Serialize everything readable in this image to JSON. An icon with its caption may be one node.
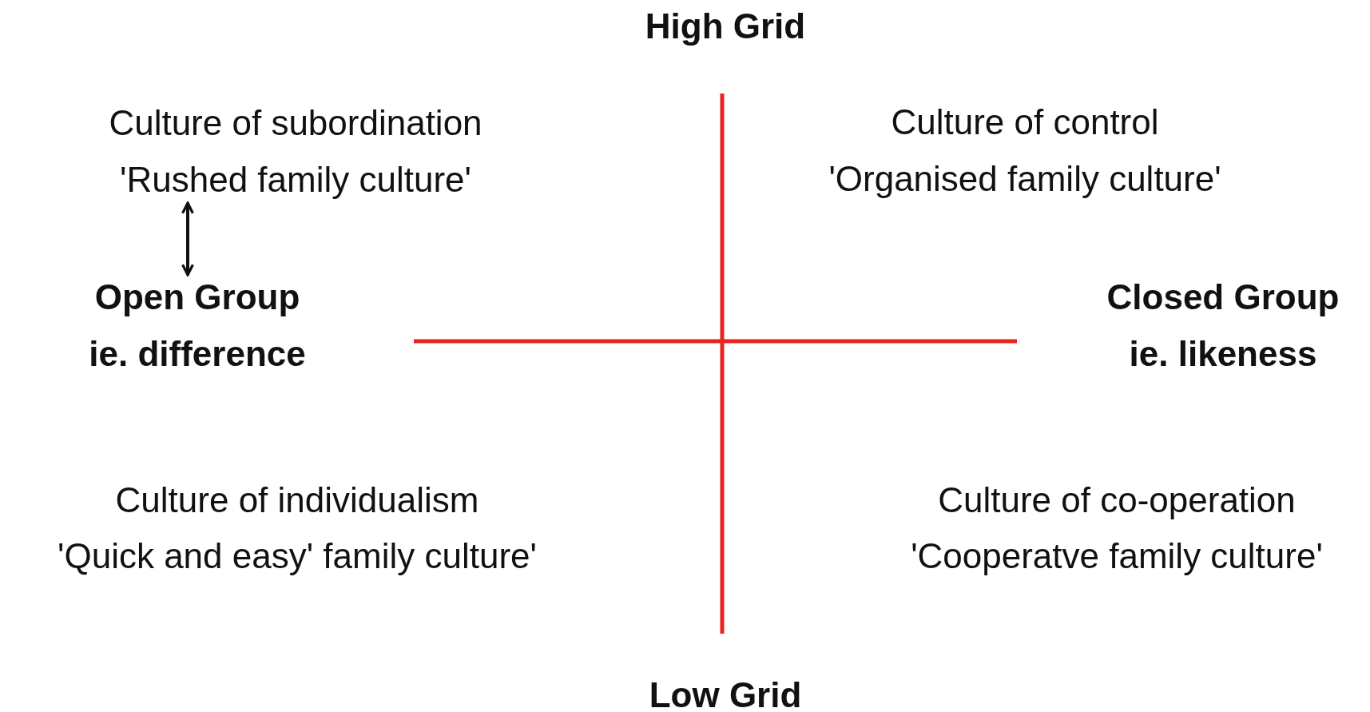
{
  "diagram": {
    "title": "High Grid",
    "nodes": [
      {
        "text": [
          "Culture of subordination",
          "'Rushed family culture'"
        ]
      },
      {
        "text": [
          "Open Group",
          "ie. difference"
        ]
      }
    ],
    "edges": [
      {
        "from": 0,
        "to": 1,
        "arrow": "both"
      }
    ],
    "labels": [
      "Culture of control",
      "'Organised family culture'",
      "Closed Group",
      "ie. likeness",
      "Culture of individualism",
      "'Quick and easy' family culture'",
      "Culture of co-operation",
      "'Cooperatve family culture'",
      "Low Grid"
    ]
  }
}
